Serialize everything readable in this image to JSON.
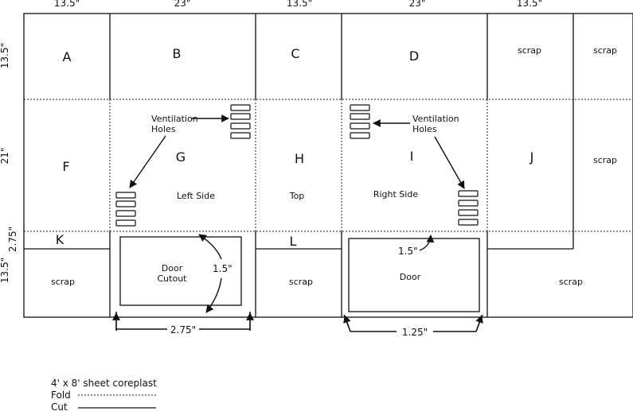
{
  "dims": {
    "top": [
      "13.5\"",
      "23\"",
      "13.5\"",
      "23\"",
      "13.5\""
    ],
    "left": [
      "13.5\"",
      "21\"",
      "2.75\"",
      "13.5\""
    ]
  },
  "panels": {
    "A": "A",
    "B": "B",
    "C": "C",
    "D": "D",
    "F": "F",
    "G": "G",
    "H": "H",
    "I": "I",
    "J": "J",
    "K": "K",
    "L": "L"
  },
  "scrap": "scrap",
  "labels": {
    "left_side": "Left Side",
    "top": "Top",
    "right_side": "Right Side",
    "vent_left_1": "Ventilation",
    "vent_left_2": "Holes",
    "vent_right_1": "Ventilation",
    "vent_right_2": "Holes",
    "door_cutout_1": "Door",
    "door_cutout_2": "Cutout",
    "door": "Door",
    "dim_left_inner": "1.5\"",
    "dim_right_inner": "1.5\"",
    "dim_left_bottom": "2.75\"",
    "dim_right_bottom": "1.25\""
  },
  "legend": {
    "title": "4' x 8' sheet coreplast",
    "fold": "Fold",
    "cut": "Cut"
  }
}
